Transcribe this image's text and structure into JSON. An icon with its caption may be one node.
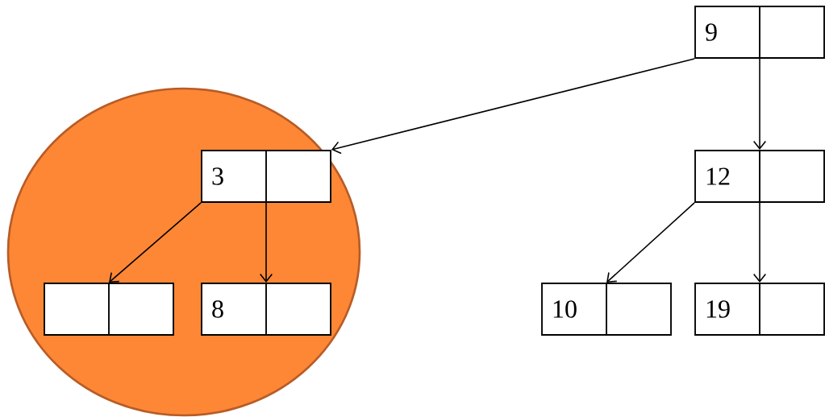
{
  "diagram": {
    "nodes": [
      {
        "text": [],
        "shape": "circle"
      },
      {
        "text": [
          "9"
        ]
      },
      {
        "text": [
          "3"
        ],
        "in": 0
      },
      {
        "text": [
          "12"
        ]
      },
      {
        "text": [],
        "shape": "box",
        "in": 0
      },
      {
        "text": [
          "8"
        ],
        "in": 0
      },
      {
        "text": [
          "10"
        ]
      },
      {
        "text": [
          "19"
        ]
      }
    ],
    "edges": [
      {
        "from": 1,
        "to": 2,
        "arrow": "to"
      },
      {
        "from": 1,
        "to": 3,
        "arrow": "to"
      },
      {
        "from": 2,
        "to": 4,
        "arrow": "to"
      },
      {
        "from": 2,
        "to": 5,
        "arrow": "to"
      },
      {
        "from": 3,
        "to": 6,
        "arrow": "to"
      },
      {
        "from": 3,
        "to": 7,
        "arrow": "to"
      }
    ]
  }
}
